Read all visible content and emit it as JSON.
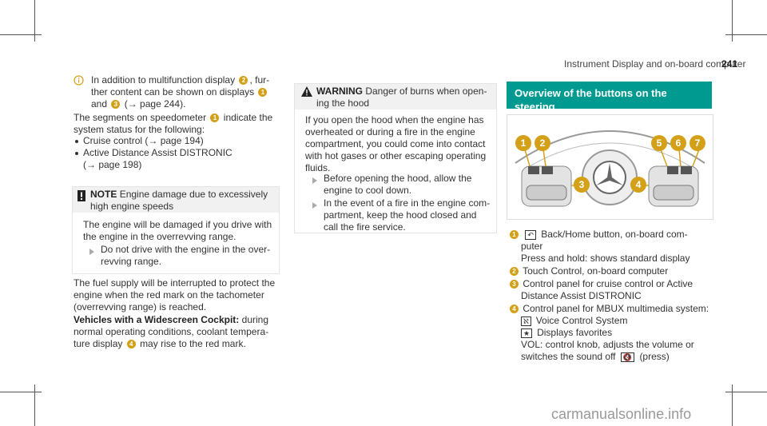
{
  "header": {
    "section": "Instrument Display and on-board computer",
    "page": "241"
  },
  "col1": {
    "info_l1": "In addition to multifunction display",
    "info_n2": "2",
    "info_l1b": ", fur-",
    "info_l2": "ther content can be shown on displays",
    "info_n1": "1",
    "info_l3a": "and",
    "info_n3": "3",
    "info_l3b": "(→ page 244).",
    "seg_l1a": "The segments on speedometer",
    "seg_n1": "1",
    "seg_l1b": "indicate the",
    "seg_l2": "system status for the following:",
    "list": [
      "Cruise control (→ page 194)",
      "Active Distance Assist DISTRONIC"
    ],
    "list_cont": "(→ page 198)",
    "note_title": "NOTE",
    "note_l1": "Engine damage due to excessively",
    "note_l2": "high engine speeds",
    "note_b1": "The engine will be damaged if you drive with",
    "note_b2": "the engine in the overrevving range.",
    "note_a1": "Do not drive with the engine in the over-",
    "note_a2": "revving range.",
    "fuel": [
      "The fuel supply will be interrupted to protect the",
      "engine when the red mark on the tachometer",
      "(overrevving range) is reached."
    ],
    "veh_bold": "Vehicles with a Widescreen Cockpit:",
    "veh_l1": "during",
    "veh_l2": "normal operating conditions, coolant tempera-",
    "veh_l3a": "ture display",
    "veh_n4": "4",
    "veh_l3b": "may rise to the red mark."
  },
  "col2": {
    "warn_title": "WARNING",
    "warn_l1": "Danger of burns when open-",
    "warn_l2": "ing the hood",
    "body": [
      "If you open the hood when the engine has",
      "overheated or during a fire in the engine",
      "compartment, you could come into contact",
      "with hot gases or other escaping operating",
      "fluids."
    ],
    "a1": [
      "Before opening the hood, allow the",
      "engine to cool down."
    ],
    "a2": [
      "In the event of a fire in the engine com-",
      "partment, keep the hood closed and",
      "call the fire service."
    ]
  },
  "col3": {
    "title1": "Overview of the buttons on the steering",
    "title2": "wheel",
    "callouts": [
      "1",
      "2",
      "3",
      "4",
      "5",
      "6",
      "7"
    ],
    "items": [
      {
        "n": "1",
        "lines": [
          "Back/Home button, on-board com-",
          "puter",
          "Press and hold: shows standard display"
        ]
      },
      {
        "n": "2",
        "lines": [
          "Touch Control, on-board computer"
        ]
      },
      {
        "n": "3",
        "lines": [
          "Control panel for cruise control or Active",
          "Distance Assist DISTRONIC"
        ]
      },
      {
        "n": "4",
        "lines": [
          "Control panel for MBUX multimedia system:",
          "Voice Control System",
          "Displays favorites",
          "VOL: control knob, adjusts the volume or",
          "switches the sound off",
          "(press)"
        ]
      }
    ]
  },
  "watermark": "carmanualsonline.info"
}
